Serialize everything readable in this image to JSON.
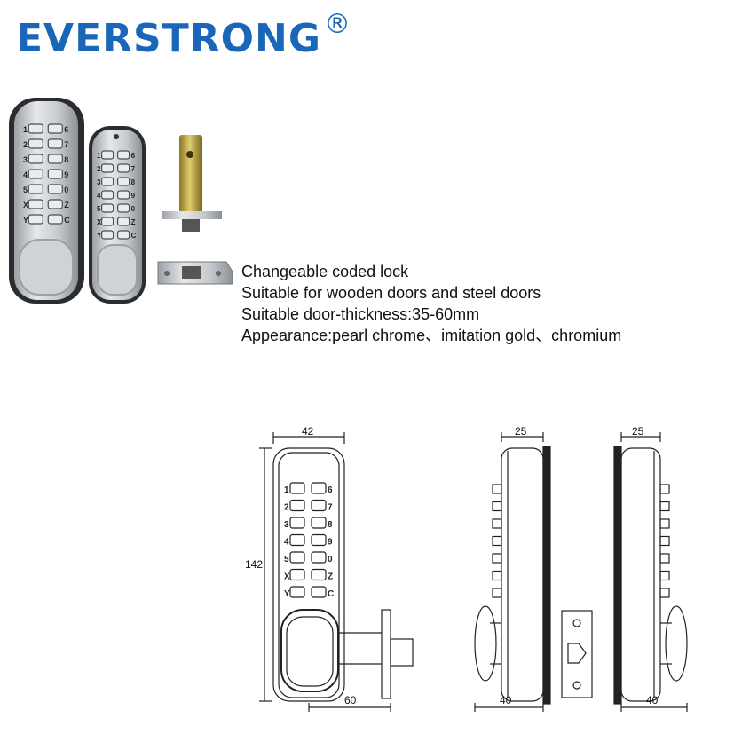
{
  "brand": {
    "name": "EVERSTRONG",
    "mark": "®",
    "color": "#1a66b8"
  },
  "product": {
    "keypad_rows": [
      [
        "1",
        "6"
      ],
      [
        "2",
        "7"
      ],
      [
        "3",
        "8"
      ],
      [
        "4",
        "9"
      ],
      [
        "5",
        "0"
      ],
      [
        "X",
        "Z"
      ],
      [
        "Y",
        "C"
      ]
    ],
    "specs": [
      "Changeable  coded lock",
      "Suitable for wooden doors and steel doors",
      "Suitable door-thickness:35-60mm",
      "Appearance:pearl chrome、imitation gold、chromium"
    ]
  },
  "dimensions": {
    "front_width": "42",
    "front_height": "142",
    "latch_length": "60",
    "side_depth_left": "25",
    "side_depth_right": "25",
    "handle_depth_left": "40",
    "handle_depth_right": "40"
  }
}
